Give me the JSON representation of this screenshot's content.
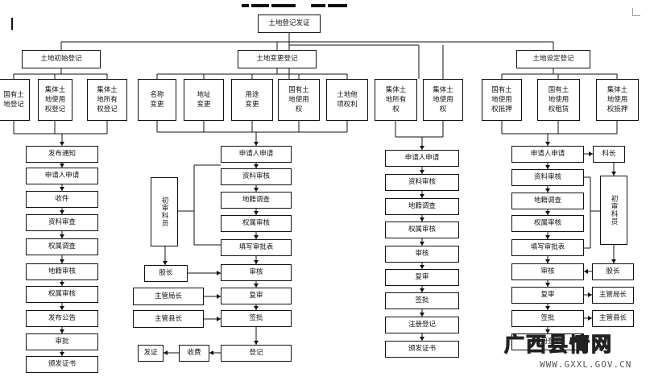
{
  "diagram": {
    "root": "土地登记发证",
    "columns": {
      "initial": {
        "header": "土地初始登记",
        "types": [
          "国有土\n地登记",
          "集体土\n地使用\n权登记",
          "集体土\n地所有\n权登记"
        ],
        "steps": [
          "发布通知",
          "申请人申请",
          "收件",
          "资料审查",
          "权属调查",
          "地籍审核",
          "权属审核",
          "发布公告",
          "审批",
          "颁发证书"
        ]
      },
      "change": {
        "header": "土地变更登记",
        "types": [
          "名称\n变更",
          "地址\n变更",
          "用途\n变更",
          "国有土\n地使用\n权",
          "土地他\n项权利"
        ],
        "preliminary": "初审科员",
        "steps": [
          "申请人申请",
          "资料审核",
          "地籍调查",
          "权属审核",
          "填写审批表",
          "审核",
          "复审",
          "签批",
          "登记"
        ],
        "side": [
          "股长",
          "主管局长",
          "主管县长"
        ],
        "bottom": [
          "发证",
          "收费"
        ]
      },
      "ownership": {
        "types": [
          "集体土\n地所有\n权",
          "集体土\n地使用\n权"
        ],
        "steps": [
          "申请人申请",
          "资料审核",
          "地籍调查",
          "权属审核",
          "审核",
          "复审",
          "签批",
          "注册登记",
          "颁发证书"
        ]
      },
      "setting": {
        "header": "土地设定登记",
        "types": [
          "国有土\n地使用\n权抵押",
          "国有土\n地使用\n权租赁",
          "集体土\n地使用\n权抵押"
        ],
        "steps": [
          "申请人申请",
          "资料审核",
          "地籍调查",
          "权属审核",
          "填写审批表",
          "审核",
          "复审",
          "签批",
          "注册登记"
        ],
        "chief": "科长",
        "preliminary": "初审科员",
        "side": [
          "股长",
          "主管局长",
          "主管县长"
        ]
      }
    }
  },
  "watermark": {
    "text": "广西县情网",
    "url": "WWW.GXXL.GOV.CN"
  }
}
